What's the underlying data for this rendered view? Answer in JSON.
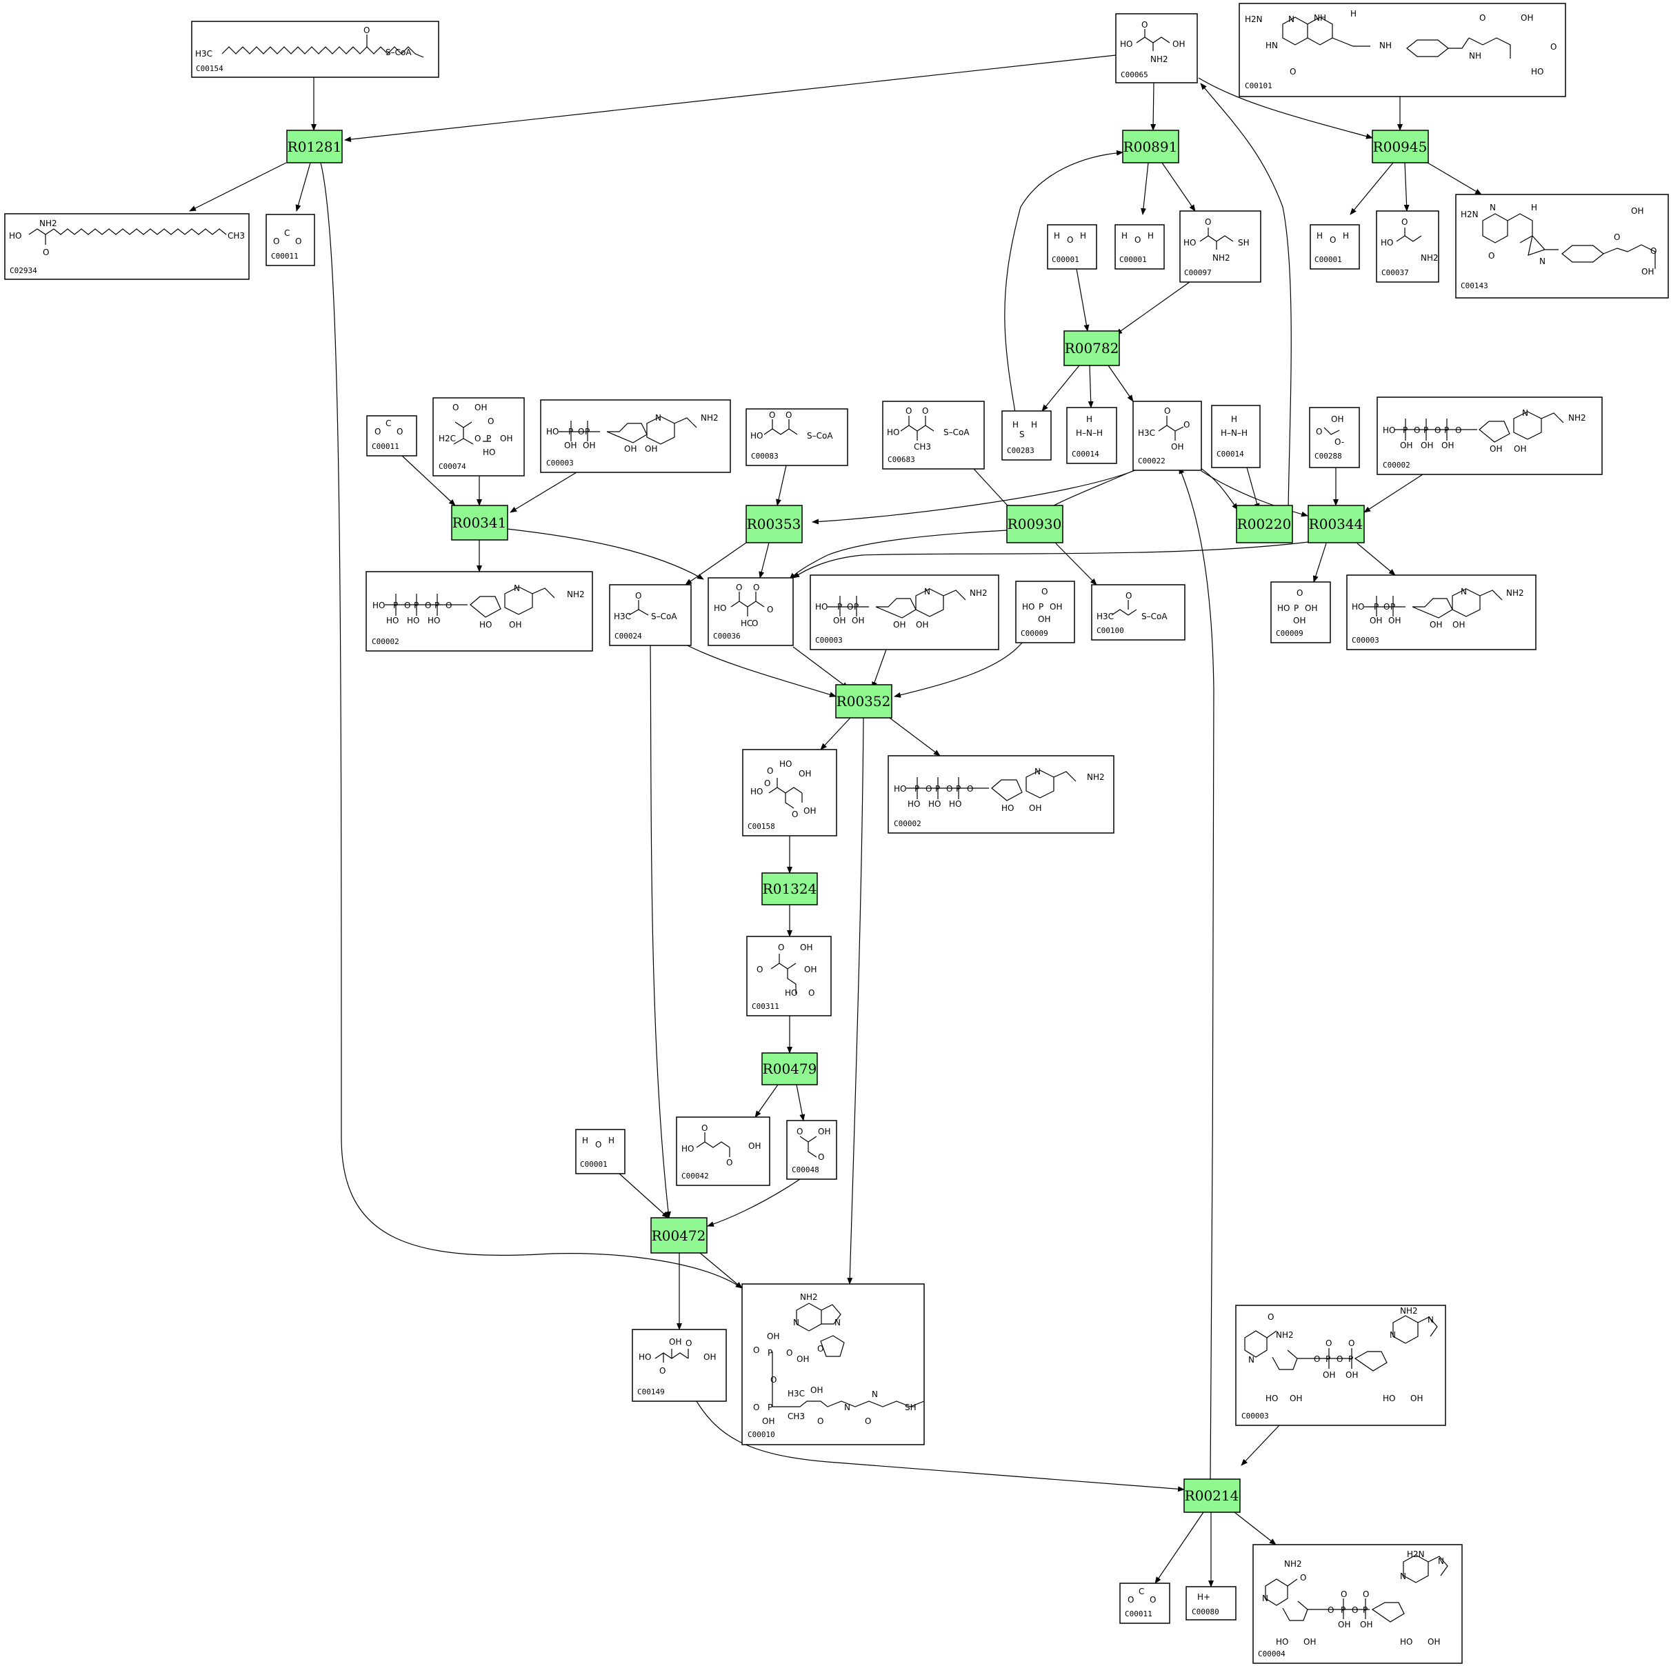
{
  "reactions": [
    {
      "id": "R01281",
      "label": "R01281"
    },
    {
      "id": "R00891",
      "label": "R00891"
    },
    {
      "id": "R00945",
      "label": "R00945"
    },
    {
      "id": "R00782",
      "label": "R00782"
    },
    {
      "id": "R00341",
      "label": "R00341"
    },
    {
      "id": "R00353",
      "label": "R00353"
    },
    {
      "id": "R00930",
      "label": "R00930"
    },
    {
      "id": "R00220",
      "label": "R00220"
    },
    {
      "id": "R00344",
      "label": "R00344"
    },
    {
      "id": "R00352",
      "label": "R00352"
    },
    {
      "id": "R01324",
      "label": "R01324"
    },
    {
      "id": "R00479",
      "label": "R00479"
    },
    {
      "id": "R00472",
      "label": "R00472"
    },
    {
      "id": "R00214",
      "label": "R00214"
    }
  ],
  "compounds": [
    {
      "id": "n_c00154",
      "label": "C00154",
      "icon": "palmitoyl-coa-structure",
      "atoms": [
        "H3C",
        "S–CoA",
        "O"
      ]
    },
    {
      "id": "n_c00065a",
      "label": "C00065",
      "icon": "serine-structure",
      "atoms": [
        "HO",
        "NH2",
        "OH",
        "O"
      ]
    },
    {
      "id": "n_c00101",
      "label": "C00101",
      "icon": "tetrahydrofolate-structure",
      "atoms": [
        "H2N",
        "N",
        "NH",
        "HN",
        "O",
        "H",
        "NH",
        "OH",
        "O",
        "NH",
        "O",
        "HO"
      ]
    },
    {
      "id": "n_c02934",
      "label": "C02934",
      "icon": "dehydrosphinganine-structure",
      "atoms": [
        "HO",
        "NH2",
        "O",
        "CH3"
      ]
    },
    {
      "id": "n_c00011a",
      "label": "C00011",
      "icon": "co2-structure",
      "atoms": [
        "O",
        "C",
        "O"
      ]
    },
    {
      "id": "n_c00001a",
      "label": "C00001",
      "icon": "water-structure",
      "atoms": [
        "H",
        "O",
        "H"
      ]
    },
    {
      "id": "n_c00001b",
      "label": "C00001",
      "icon": "water-structure",
      "atoms": [
        "H",
        "O",
        "H"
      ]
    },
    {
      "id": "n_c00097",
      "label": "C00097",
      "icon": "cysteine-structure",
      "atoms": [
        "HO",
        "O",
        "SH",
        "NH2"
      ]
    },
    {
      "id": "n_c00001c",
      "label": "C00001",
      "icon": "water-structure",
      "atoms": [
        "H",
        "O",
        "H"
      ]
    },
    {
      "id": "n_c00037",
      "label": "C00037",
      "icon": "glycine-structure",
      "atoms": [
        "HO",
        "O",
        "NH2"
      ]
    },
    {
      "id": "n_c00143",
      "label": "C00143",
      "icon": "methylene-thf-structure",
      "atoms": [
        "H2N",
        "N",
        "O",
        "OH",
        "O",
        "N",
        "H",
        "O",
        "OH"
      ]
    },
    {
      "id": "n_c00011b",
      "label": "C00011",
      "icon": "co2-structure",
      "atoms": [
        "O",
        "C",
        "O"
      ]
    },
    {
      "id": "n_c00074",
      "label": "C00074",
      "icon": "phosphoenolpyruvate-structure",
      "atoms": [
        "OH",
        "O",
        "H2C",
        "O",
        "P",
        "OH",
        "HO",
        "O"
      ]
    },
    {
      "id": "n_c00003a",
      "label": "C00003",
      "icon": "adp-structure",
      "atoms": [
        "HO",
        "P",
        "O",
        "P",
        "OH",
        "OH",
        "N",
        "NH2",
        "OH",
        "OH"
      ]
    },
    {
      "id": "n_c00083",
      "label": "C00083",
      "icon": "malonyl-coa-structure",
      "atoms": [
        "HO",
        "O",
        "O",
        "S–CoA"
      ]
    },
    {
      "id": "n_c00683",
      "label": "C00683",
      "icon": "methylmalonyl-coa-structure",
      "atoms": [
        "HO",
        "O",
        "O",
        "S–CoA",
        "CH3"
      ]
    },
    {
      "id": "n_c00283",
      "label": "C00283",
      "icon": "hydrogen-sulfide-structure",
      "atoms": [
        "H",
        "S",
        "H"
      ]
    },
    {
      "id": "n_c00014a",
      "label": "C00014",
      "icon": "ammonia-structure",
      "atoms": [
        "H",
        "H–N–H"
      ]
    },
    {
      "id": "n_c00022",
      "label": "C00022",
      "icon": "pyruvate-structure",
      "atoms": [
        "O",
        "H3C",
        "O",
        "OH"
      ]
    },
    {
      "id": "n_c00014b",
      "label": "C00014",
      "icon": "ammonia-structure",
      "atoms": [
        "H",
        "H–N–H"
      ]
    },
    {
      "id": "n_c00288",
      "label": "C00288",
      "icon": "bicarbonate-structure",
      "atoms": [
        "OH",
        "O",
        "O-"
      ]
    },
    {
      "id": "n_c00002a",
      "label": "C00002",
      "icon": "atp-structure",
      "atoms": [
        "HO",
        "P",
        "O",
        "P",
        "O",
        "P",
        "O",
        "OH",
        "OH",
        "OH",
        "N",
        "NH2",
        "OH",
        "OH"
      ]
    },
    {
      "id": "n_c00002b",
      "label": "C00002",
      "icon": "atp-structure",
      "atoms": [
        "HO",
        "P",
        "O",
        "P",
        "O",
        "P",
        "O",
        "HO",
        "HO",
        "HO",
        "N",
        "NH2",
        "HO",
        "OH"
      ]
    },
    {
      "id": "n_c00024",
      "label": "C00024",
      "icon": "acetyl-coa-structure",
      "atoms": [
        "H3C",
        "O",
        "S–CoA"
      ]
    },
    {
      "id": "n_c00036",
      "label": "C00036",
      "icon": "oxaloacetate-structure",
      "atoms": [
        "HO",
        "O",
        "O",
        "O",
        "HC",
        "O"
      ]
    },
    {
      "id": "n_c00003b",
      "label": "C00003",
      "icon": "adp-structure",
      "atoms": [
        "HO",
        "P",
        "O",
        "P",
        "OH",
        "OH",
        "N",
        "NH2",
        "OH",
        "OH"
      ]
    },
    {
      "id": "n_c00009a",
      "label": "C00009",
      "icon": "phosphate-structure",
      "atoms": [
        "O",
        "HO",
        "P",
        "OH",
        "OH"
      ]
    },
    {
      "id": "n_c00100",
      "label": "C00100",
      "icon": "propanoyl-coa-structure",
      "atoms": [
        "H3C",
        "O",
        "S–CoA"
      ]
    },
    {
      "id": "n_c00009b",
      "label": "C00009",
      "icon": "phosphate-structure",
      "atoms": [
        "O",
        "HO",
        "P",
        "OH",
        "OH"
      ]
    },
    {
      "id": "n_c00003c",
      "label": "C00003",
      "icon": "adp-structure",
      "atoms": [
        "HO",
        "P",
        "O",
        "P",
        "OH",
        "OH",
        "N",
        "NH2",
        "OH",
        "OH"
      ]
    },
    {
      "id": "n_c00158",
      "label": "C00158",
      "icon": "citrate-structure",
      "atoms": [
        "HO",
        "O",
        "HO",
        "O",
        "OH",
        "O",
        "OH"
      ]
    },
    {
      "id": "n_c00002c",
      "label": "C00002",
      "icon": "atp-structure",
      "atoms": [
        "HO",
        "P",
        "O",
        "P",
        "O",
        "P",
        "O",
        "HO",
        "HO",
        "HO",
        "N",
        "NH2",
        "HO",
        "OH"
      ]
    },
    {
      "id": "n_c00311",
      "label": "C00311",
      "icon": "isocitrate-structure",
      "atoms": [
        "O",
        "OH",
        "O",
        "OH",
        "HO",
        "O"
      ]
    },
    {
      "id": "n_c00042",
      "label": "C00042",
      "icon": "succinate-structure",
      "atoms": [
        "HO",
        "O",
        "O",
        "OH"
      ]
    },
    {
      "id": "n_c00048",
      "label": "C00048",
      "icon": "glyoxylate-structure",
      "atoms": [
        "O",
        "OH",
        "O"
      ]
    },
    {
      "id": "n_c00001d",
      "label": "C00001",
      "icon": "water-structure",
      "atoms": [
        "H",
        "O",
        "H"
      ]
    },
    {
      "id": "n_c00149",
      "label": "C00149",
      "icon": "malate-structure",
      "atoms": [
        "HO",
        "O",
        "OH",
        "O",
        "OH"
      ]
    },
    {
      "id": "n_c00010",
      "label": "C00010",
      "icon": "coenzyme-a-structure",
      "atoms": [
        "NH2",
        "N",
        "N",
        "O",
        "OH",
        "O",
        "P",
        "O",
        "OH",
        "P",
        "O",
        "OH",
        "O",
        "H3C",
        "CH3",
        "OH",
        "N",
        "O",
        "N",
        "SH",
        "O"
      ]
    },
    {
      "id": "n_c00003d",
      "label": "C00003",
      "icon": "nad-structure",
      "atoms": [
        "O",
        "NH2",
        "N",
        "NH2",
        "N",
        "N",
        "O",
        "P",
        "O",
        "P",
        "O",
        "O",
        "OH",
        "OH",
        "HO",
        "OH",
        "HO",
        "OH"
      ]
    },
    {
      "id": "n_c00011c",
      "label": "C00011",
      "icon": "co2-structure",
      "atoms": [
        "O",
        "C",
        "O"
      ]
    },
    {
      "id": "n_c00080",
      "label": "C00080",
      "icon": "proton-structure",
      "atoms": [
        "H+"
      ]
    },
    {
      "id": "n_c00004",
      "label": "C00004",
      "icon": "nadh-structure",
      "atoms": [
        "NH2",
        "O",
        "H2N",
        "N",
        "N",
        "N",
        "O",
        "P",
        "O",
        "P",
        "O",
        "O",
        "OH",
        "OH",
        "HO",
        "OH",
        "HO",
        "OH"
      ]
    }
  ]
}
